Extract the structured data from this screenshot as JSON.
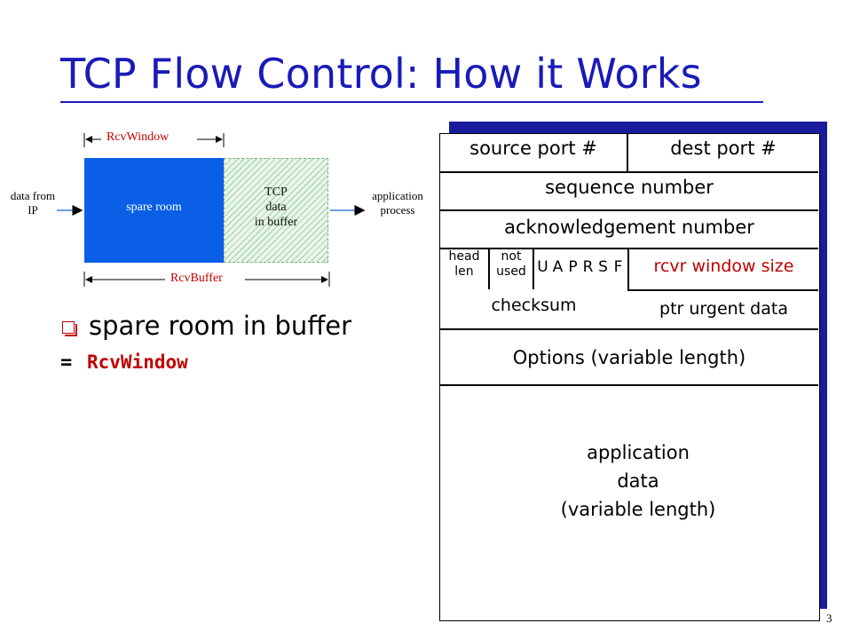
{
  "title": "TCP Flow Control: How it Works",
  "buffer": {
    "rcv_window": "RcvWindow",
    "rcv_buffer": "RcvBuffer",
    "spare_room": "spare room",
    "tcp_data_lines": [
      "TCP",
      "data",
      "in buffer"
    ],
    "data_from_lines": [
      "data from",
      "IP"
    ],
    "app_process_lines": [
      "application",
      "process"
    ]
  },
  "bullet": {
    "text": "spare room in buffer",
    "equals": "=",
    "code": "RcvWindow"
  },
  "segment": {
    "source_port": "source port #",
    "dest_port": "dest port #",
    "sequence_number": "sequence number",
    "ack_number": "acknowledgement number",
    "head_len_lines": [
      "head",
      "len"
    ],
    "not_used_lines": [
      "not",
      "used"
    ],
    "flags": [
      "U",
      "A",
      "P",
      "R",
      "S",
      "F"
    ],
    "rcvr_window": "rcvr window size",
    "checksum": "checksum",
    "urgent_ptr": "ptr urgent data",
    "options": "Options (variable length)",
    "app_data_lines": [
      "application",
      "data",
      "(variable length)"
    ]
  },
  "slide_number": "3",
  "colors": {
    "title": "#1a1ab8",
    "highlight": "#c00000",
    "spare_room": "#0a5fe6",
    "shadow": "#1a1a9c"
  }
}
